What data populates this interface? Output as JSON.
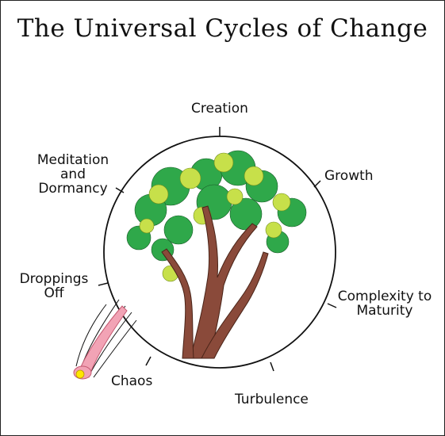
{
  "title": "The Universal Cycles of Change",
  "stages": {
    "creation": "Creation",
    "growth": "Growth",
    "complexity": "Complexity to\nMaturity",
    "turbulence": "Turbulence",
    "chaos": "Chaos",
    "droppings": "Droppings\nOff",
    "meditation": "Meditation\nand\nDormancy"
  },
  "colors": {
    "bright_leaf": "#c7e04a",
    "green_leaf": "#2fa84a",
    "trunk": "#8a4a3a",
    "meteor": "#f2a3b5",
    "meteor_core": "#ffe600"
  },
  "icons": [
    "tree-illustration",
    "meteor-icon"
  ]
}
